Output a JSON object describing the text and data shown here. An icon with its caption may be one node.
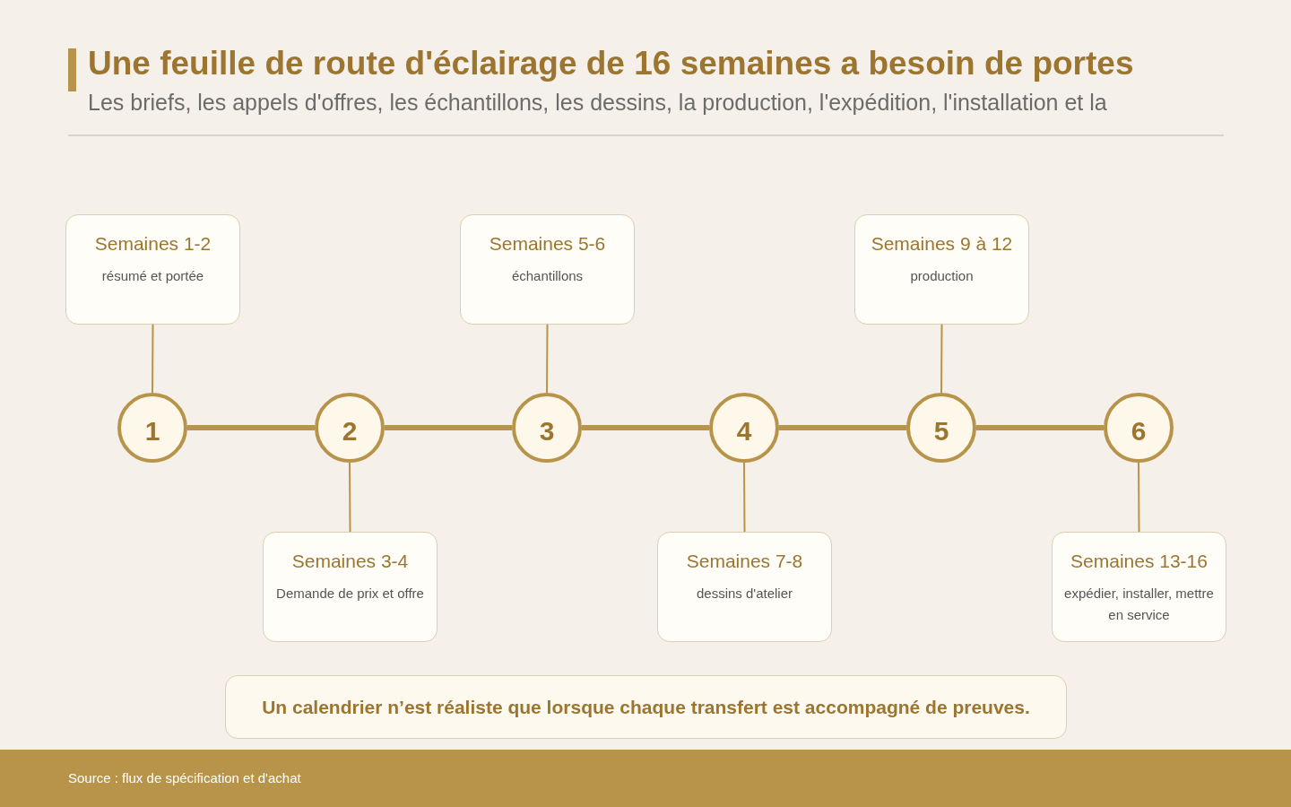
{
  "diagram": {
    "title": "Une feuille de route d'éclairage de 16 semaines a besoin de portes",
    "nodes": [
      {
        "text": [
          "Semaines 1-2",
          "résumé et portée"
        ]
      },
      {
        "text": [
          "1"
        ]
      },
      {
        "text": [
          "Semaines 3-4",
          "Demande de prix et offre"
        ]
      },
      {
        "text": [
          "2"
        ]
      },
      {
        "text": [
          "Semaines 5-6",
          "échantillons"
        ]
      },
      {
        "text": [
          "3"
        ]
      },
      {
        "text": [
          "Semaines 7-8",
          "dessins d'atelier"
        ]
      },
      {
        "text": [
          "4"
        ]
      },
      {
        "text": [
          "Semaines 9 à 12",
          "production"
        ]
      },
      {
        "text": [
          "5"
        ]
      },
      {
        "text": [
          "Semaines 13-16",
          "expédier, installer, mettre en service"
        ]
      },
      {
        "text": [
          "6"
        ]
      },
      {
        "text": [
          "Un calendrier n’est réaliste que lorsque chaque transfert est accompagné de preuves."
        ]
      }
    ],
    "edges": [
      {
        "from": 0,
        "to": 1,
        "arrow": "none"
      },
      {
        "from": 2,
        "to": 3,
        "arrow": "none"
      },
      {
        "from": 4,
        "to": 5,
        "arrow": "none"
      },
      {
        "from": 6,
        "to": 7,
        "arrow": "none"
      },
      {
        "from": 8,
        "to": 9,
        "arrow": "none"
      },
      {
        "from": 10,
        "to": 11,
        "arrow": "none"
      },
      {
        "from": 1,
        "to": 3,
        "arrow": "none",
        "style": "thick"
      },
      {
        "from": 3,
        "to": 5,
        "arrow": "none",
        "style": "thick"
      },
      {
        "from": 5,
        "to": 7,
        "arrow": "none",
        "style": "thick"
      },
      {
        "from": 7,
        "to": 9,
        "arrow": "none",
        "style": "thick"
      },
      {
        "from": 9,
        "to": 11,
        "arrow": "none",
        "style": "thick"
      }
    ],
    "labels": [
      "Les briefs, les appels d'offres, les échantillons, les dessins, la production, l'expédition, l'installation et la",
      "Source : flux de spécification et d'achat"
    ]
  }
}
